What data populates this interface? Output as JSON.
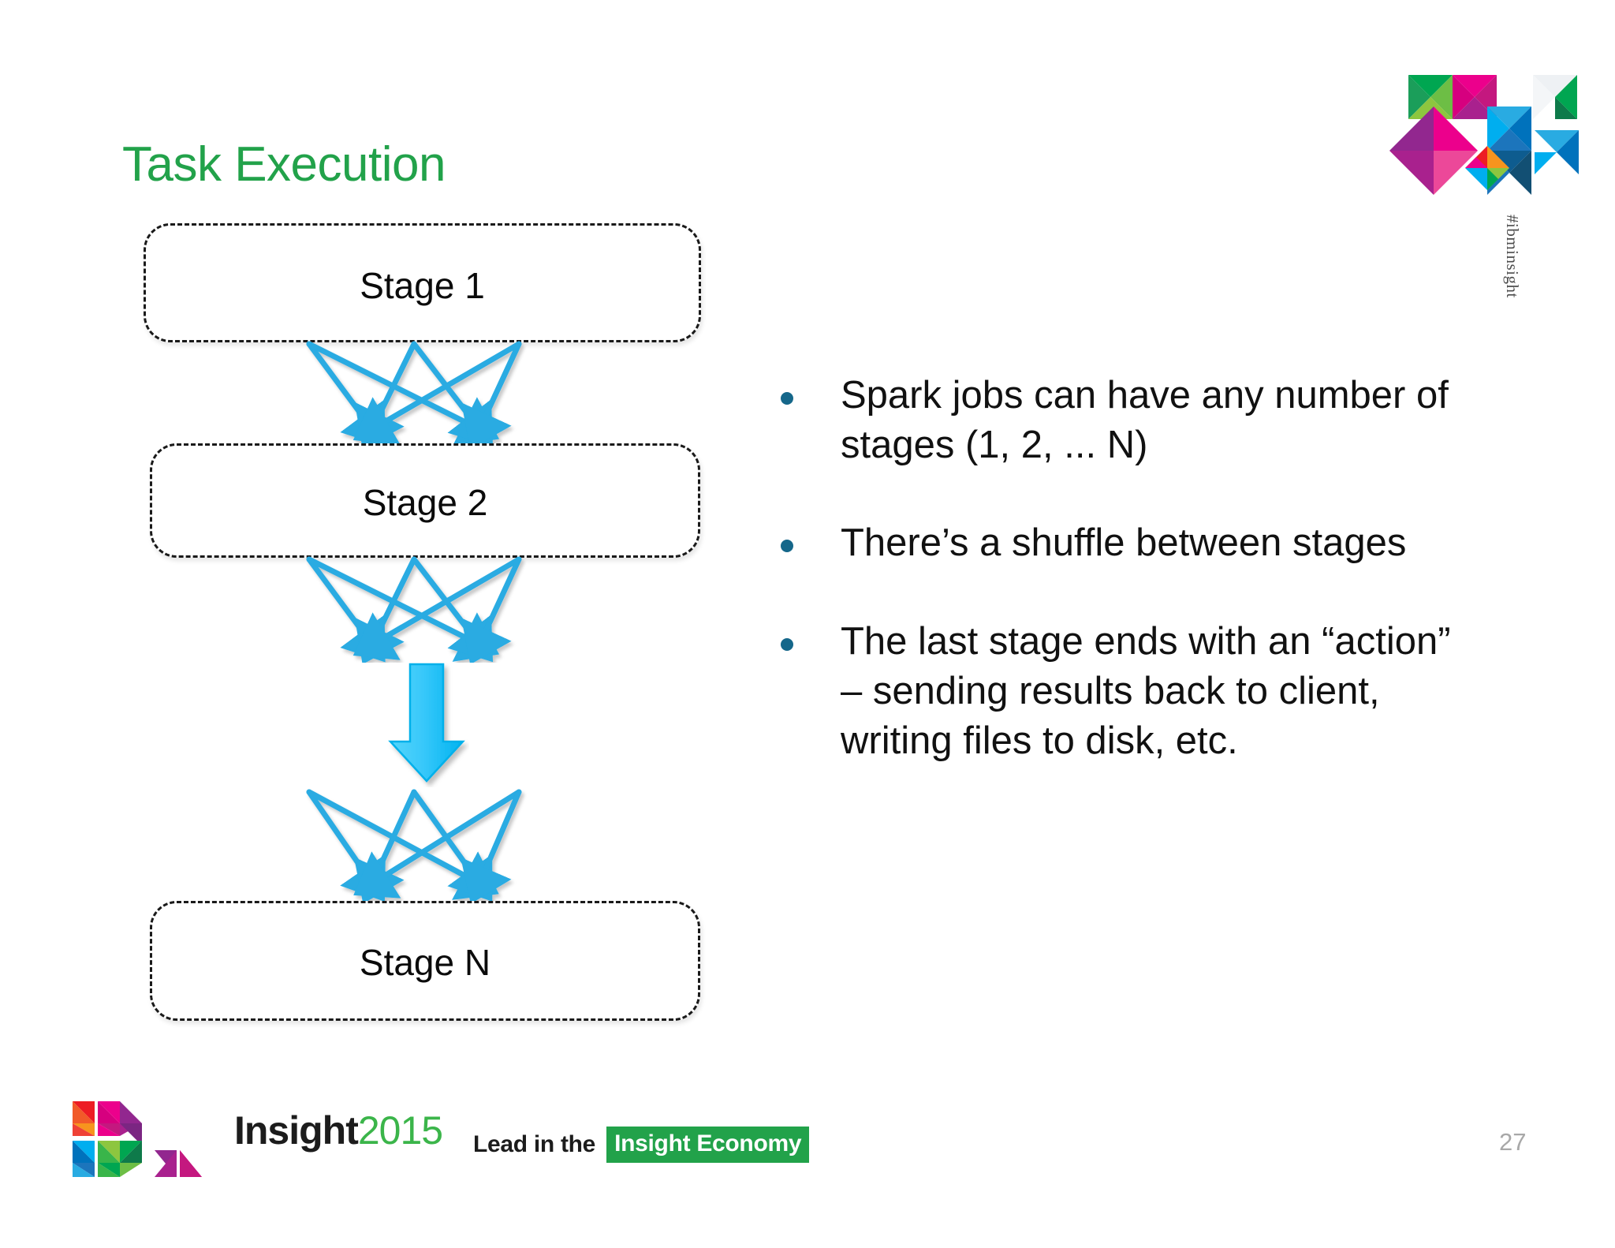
{
  "slide": {
    "title": "Task Execution",
    "title_color": "#22a24a",
    "page_number": "27",
    "background_color": "#ffffff"
  },
  "diagram": {
    "shuffle_color": "#29abe2",
    "box_border_color": "#1a1a1a",
    "stages": [
      {
        "id": "stage-1",
        "label": "Stage 1"
      },
      {
        "id": "stage-2",
        "label": "Stage 2"
      },
      {
        "id": "stage-n",
        "label": "Stage N"
      }
    ],
    "shuffles": [
      {
        "id": "shuffle-1",
        "sources": 3,
        "targets": 2
      },
      {
        "id": "shuffle-2",
        "sources": 3,
        "targets": 2
      },
      {
        "id": "shuffle-3",
        "sources": 3,
        "targets": 2
      }
    ],
    "big_arrow": {
      "id": "big-down-arrow",
      "direction": "down",
      "color": "#29c5f6"
    }
  },
  "bullets": {
    "dot_color": "#15678a",
    "items": [
      {
        "text": "Spark jobs can have any number of stages (1, 2, ... N)"
      },
      {
        "text": "There’s a shuffle between stages"
      },
      {
        "text": "The last stage ends with an “action” – sending results back to client, writing files to disk, etc."
      }
    ]
  },
  "branding": {
    "hashtag": "#ibminsight",
    "wordmark_name": "Insight",
    "wordmark_year": "2015",
    "tagline_lead": "Lead in the",
    "tagline_highlight": "Insight Economy",
    "tagline_highlight_bg": "#22a24a"
  }
}
